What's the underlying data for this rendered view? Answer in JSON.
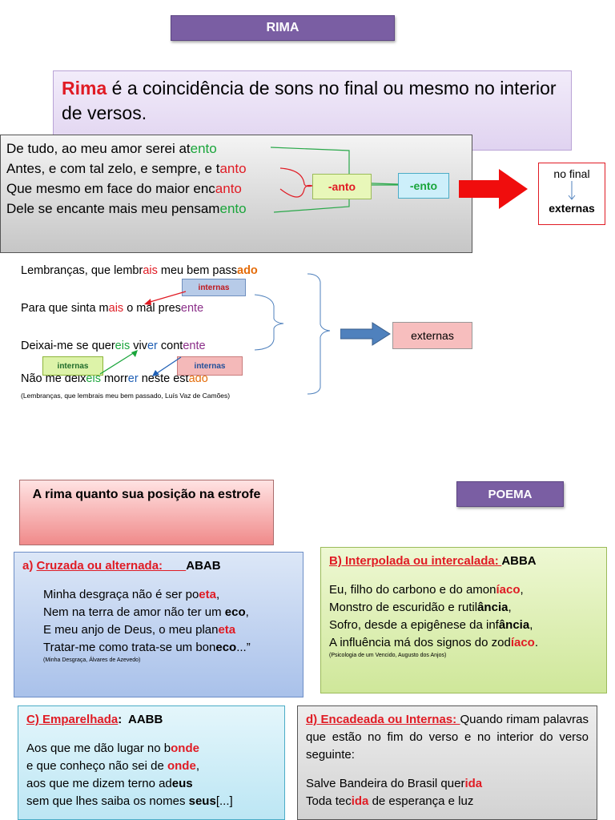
{
  "banner": {
    "title": "RIMA"
  },
  "definition": {
    "term": "Rima",
    "text": " é a coincidência de sons no final ou mesmo no interior de  versos."
  },
  "verse1": [
    {
      "pre": "De tudo, ao meu amor serei at",
      "end": "ento"
    },
    {
      "pre": "Antes, e com tal zelo, e sempre, e t",
      "end": "anto"
    },
    {
      "pre": "Que mesmo em face do maior enc",
      "end": "anto"
    },
    {
      "pre": "Dele se encante mais meu pensam",
      "end": "ento"
    }
  ],
  "tags": {
    "anto": "-anto",
    "ento": "-ento"
  },
  "final_box": {
    "line1": "no final",
    "line2": "externas"
  },
  "poem2": {
    "l1a": "Lembranças, que lembr",
    "l1b": "ais",
    "l1c": " meu bem pass",
    "l1d": "ado",
    "l2a": "Para que sinta m",
    "l2b": "ais",
    "l2c": " o mal pres",
    "l2d": "ente",
    "l3a": "Deixai-me se quer",
    "l3b": "eis",
    "l3c": " viv",
    "l3d": "er",
    "l3e": " cont",
    "l3f": "ente",
    "l4a": "Não me deix",
    "l4b": "eis",
    "l4c": " morr",
    "l4d": "er",
    "l4e": " neste est",
    "l4f": "ado",
    "source": "(Lembranças, que lembrais meu bem passado, Luís Vaz de Camões)"
  },
  "internas_label": "internas",
  "externas_label": "externas",
  "posicao": {
    "title": "A rima quanto sua posição na estrofe"
  },
  "poema_banner": "POEMA",
  "card_a": {
    "prefix": "a)  ",
    "title": "Cruzada ou alternada:",
    "pattern": "ABAB",
    "l1a": "Minha desgraça não é ser po",
    "l1b": "eta",
    "l1c": ",",
    "l2a": "Nem na terra de amor não ter um ",
    "l2b": "eco",
    "l2c": ",",
    "l3a": "E meu anjo de Deus, o meu plan",
    "l3b": "eta",
    "l4a": "Tratar-me como trata-se um bon",
    "l4b": "eco",
    "l4c": "...”",
    "source": "(Minha Desgraça, Álvares de Azevedo)"
  },
  "card_b": {
    "title": "B) Interpolada ou intercalada: ",
    "pattern": "ABBA",
    "l1a": "Eu, filho do carbono e do amon",
    "l1b": "íaco",
    "l1c": ",",
    "l2a": "Monstro de escuridão e rutil",
    "l2b": "ância",
    "l2c": ",",
    "l3a": "Sofro, desde a epigênese da inf",
    "l3b": "ância",
    "l3c": ",",
    "l4a": "A influência má dos signos do zod",
    "l4b": "íaco",
    "l4c": ".",
    "source": "(Psicologia de um Vencido, Augusto dos Anjos)"
  },
  "card_c": {
    "title": "C) Emparelhada",
    "colon": ":  ",
    "pattern": "AABB",
    "l1a": "Aos que me dão lugar no b",
    "l1b": "onde",
    "l2a": "e que conheço não sei de ",
    "l2b": "onde",
    "l2c": ",",
    "l3a": "aos que me dizem terno ad",
    "l3b": "eus",
    "l4a": "sem que lhes saiba os nomes ",
    "l4b": "seus",
    "l4c": "[...]"
  },
  "card_d": {
    "title": "d)  Encadeada  ou  Internas: ",
    "desc": "Quando  rimam palavras  que  estão  no  fim  do  verso  e  no interior do verso seguinte:",
    "l1a": "Salve Bandeira do Brasil quer",
    "l1b": "ida",
    "l2a": "Toda tec",
    "l2b": "ida",
    "l2c": " de esperança e luz"
  },
  "colors": {
    "red": "#e01b24",
    "green": "#1aa53b",
    "orange": "#e46c0a",
    "purple": "#7a5ea3",
    "blue": "#1f5fb5"
  }
}
